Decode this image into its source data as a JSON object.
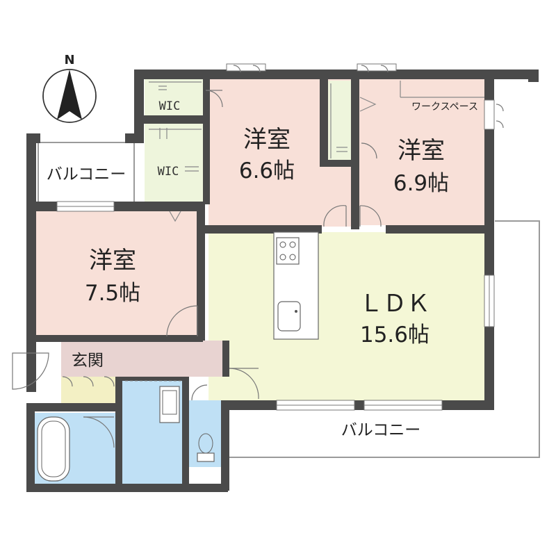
{
  "compass": {
    "north_label": "N"
  },
  "rooms": {
    "western_66": {
      "name": "洋室",
      "size": "6.6帖"
    },
    "western_69": {
      "name": "洋室",
      "size": "6.9帖"
    },
    "western_75": {
      "name": "洋室",
      "size": "7.5帖"
    },
    "ldk": {
      "name": "ＬＤＫ",
      "size": "15.6帖"
    },
    "genkan": {
      "name": "玄関"
    },
    "wic_upper": {
      "name": "WIC"
    },
    "wic_lower": {
      "name": "WIC"
    },
    "workspace": {
      "name": "ワークスペース"
    },
    "balcony_west": {
      "name": "バルコニー"
    },
    "balcony_main": {
      "name": "バルコニー"
    }
  },
  "colors": {
    "western_room": "#f8e0d8",
    "ldk": "#f4f7d6",
    "wic": "#eef5dc",
    "genkan": "#e8d3d1",
    "wet_area": "#bfe0f5",
    "wall": "#4a4a4a"
  }
}
